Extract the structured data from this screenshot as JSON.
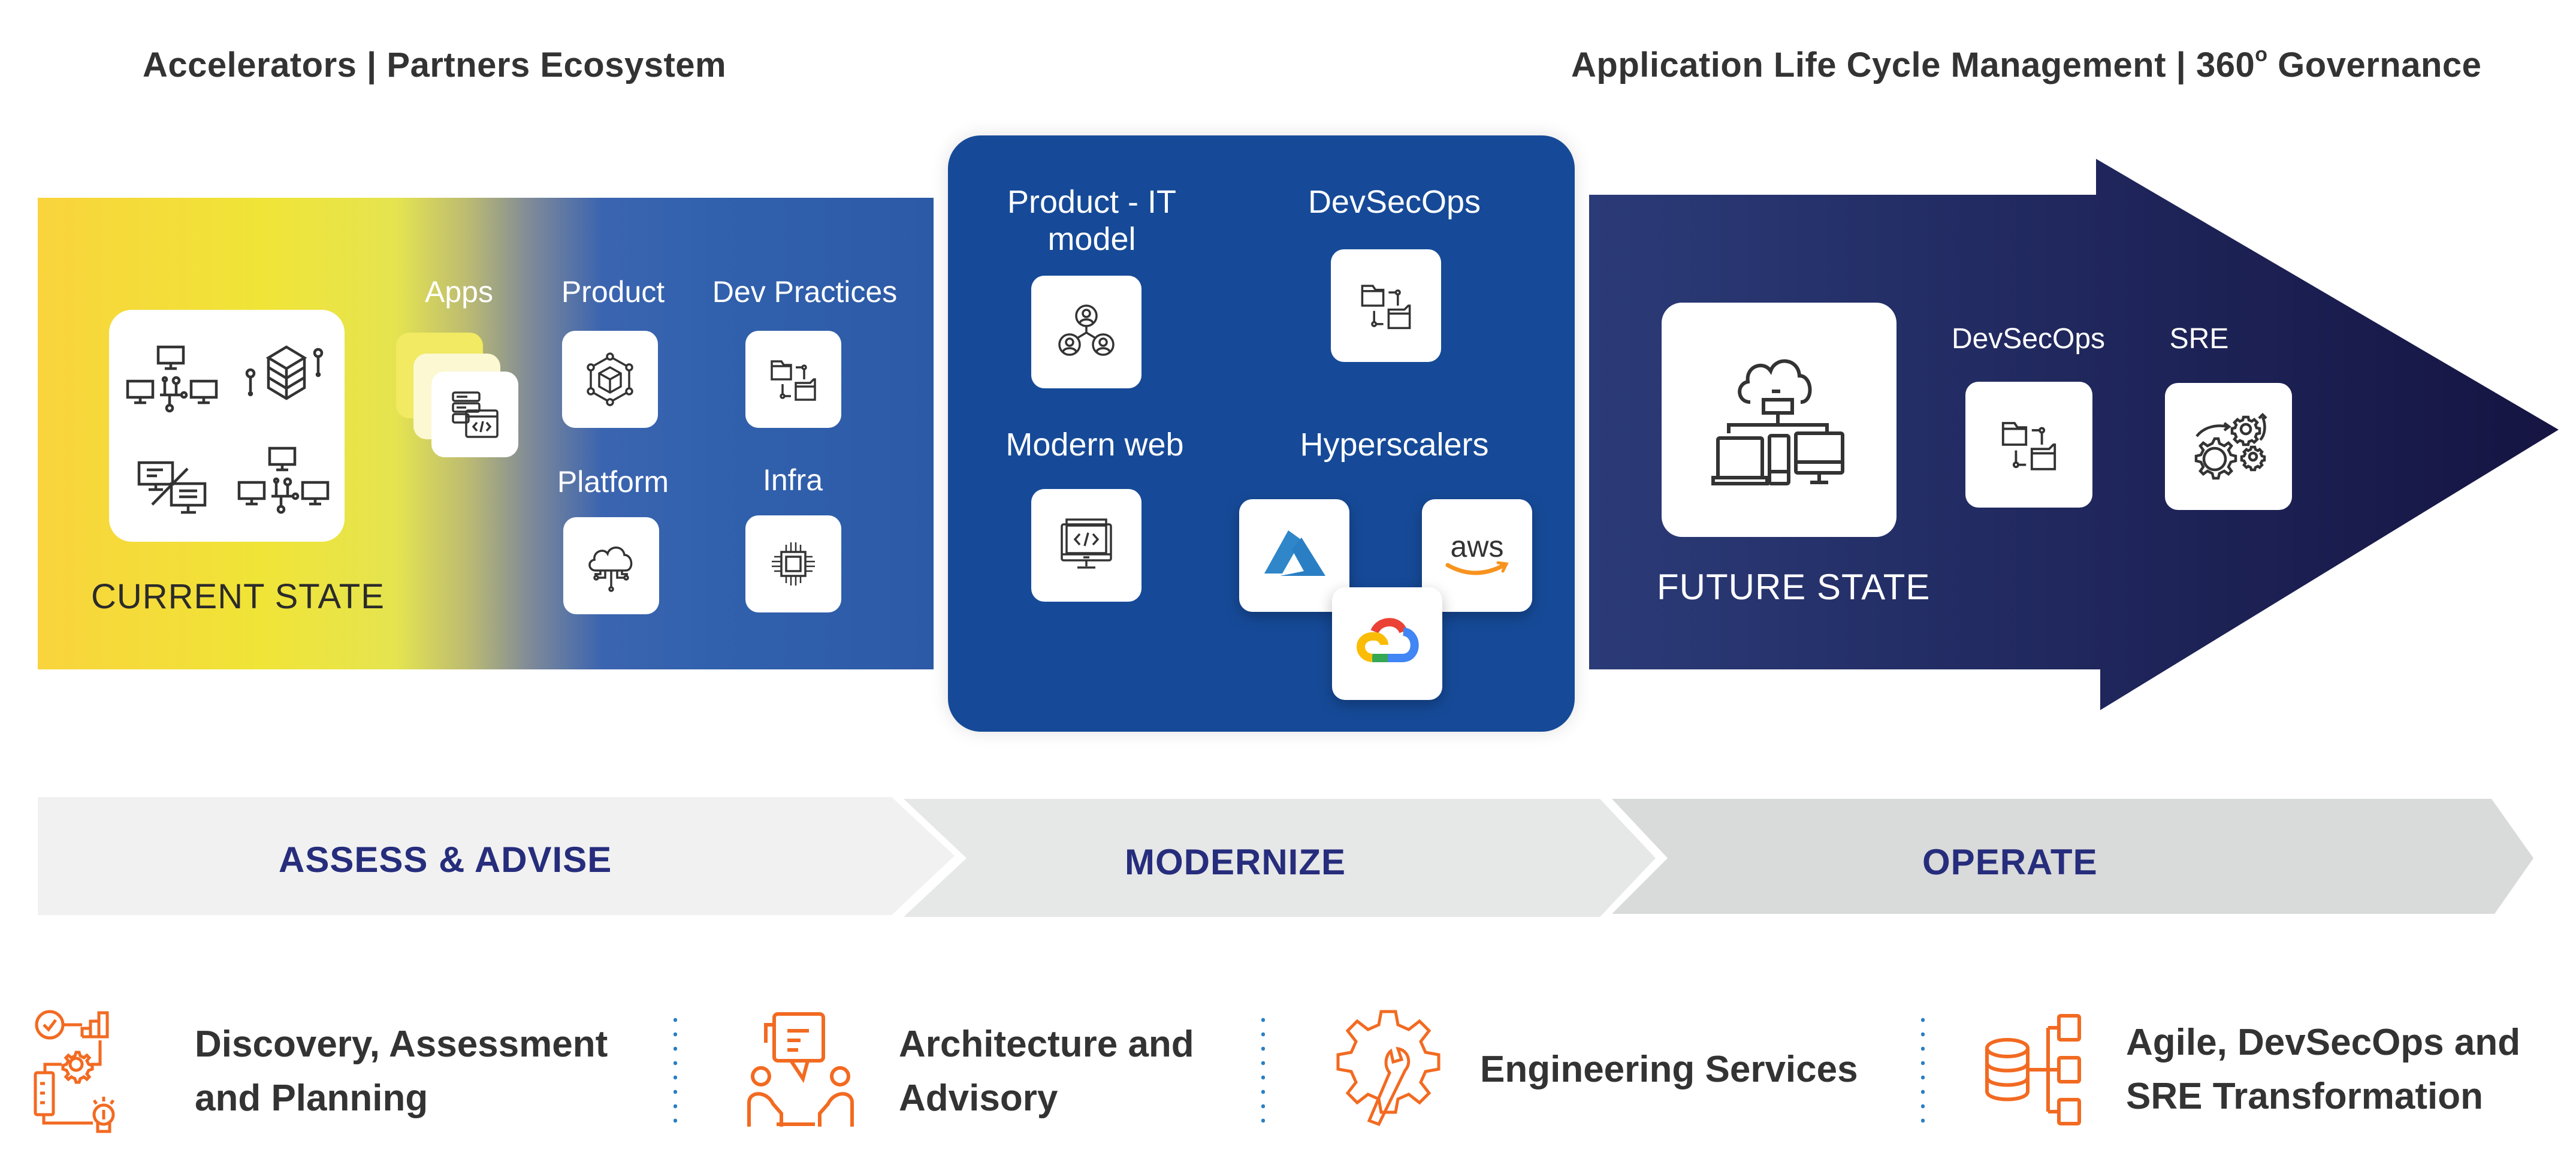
{
  "header": {
    "left_title": "Accelerators  |  Partners Ecosystem",
    "right_title_main": "Application Life Cycle Management  |  360",
    "right_title_degree": "o",
    "right_title_end": " Governance"
  },
  "current_state": {
    "label": "CURRENT STATE",
    "icons": [
      "network-monitors-icon",
      "stacked-layers-icon",
      "disconnected-monitors-icon",
      "network-monitors-icon"
    ],
    "columns": [
      {
        "label": "Apps",
        "icon": "server-code-window-icon"
      },
      {
        "label": "Product",
        "icon": "product-box-network-icon"
      },
      {
        "label": "Dev Practices",
        "icon": "folder-branch-icon"
      },
      {
        "label": "Platform",
        "icon": "cloud-network-icon"
      },
      {
        "label": "Infra",
        "icon": "chip-icon"
      }
    ]
  },
  "modernize_box": {
    "items": [
      {
        "label": "Product - IT model",
        "icon": "people-network-icon"
      },
      {
        "label": "DevSecOps",
        "icon": "folder-branch-icon"
      },
      {
        "label": "Modern web",
        "icon": "monitor-code-icon"
      },
      {
        "label": "Hyperscalers",
        "icon": "cloud-providers"
      }
    ],
    "hyperscalers": [
      {
        "name": "Azure",
        "icon": "azure-logo-icon"
      },
      {
        "name": "aws",
        "icon": "aws-logo-icon"
      },
      {
        "name": "Google Cloud",
        "icon": "google-cloud-logo-icon"
      }
    ]
  },
  "future_state": {
    "label": "FUTURE STATE",
    "items": [
      {
        "label": "DevSecOps",
        "icon": "folder-branch-icon"
      },
      {
        "label": "SRE",
        "icon": "gears-icon"
      }
    ]
  },
  "phases": [
    {
      "label": "ASSESS & ADVISE"
    },
    {
      "label": "MODERNIZE"
    },
    {
      "label": "OPERATE"
    }
  ],
  "services": [
    {
      "line1": "Discovery, Assessment",
      "line2": "and Planning",
      "icon": "discovery-process-icon"
    },
    {
      "line1": "Architecture and",
      "line2": "Advisory",
      "icon": "advisory-meeting-icon"
    },
    {
      "line1": "Engineering Services",
      "line2": "",
      "icon": "gear-wrench-icon"
    },
    {
      "line1": "Agile, DevSecOps and",
      "line2": "SRE Transformation",
      "icon": "database-hierarchy-icon"
    }
  ],
  "colors": {
    "header_text": "#333333",
    "mid_box": "#164a98",
    "arrow_start": "#2b3b78",
    "arrow_end": "#151442",
    "phase_text": "#262d7c",
    "orange": "#f26a21",
    "separator": "#2a7fc4",
    "phase_fills": [
      "#f1f1f1",
      "#e6e7e7",
      "#d9dada"
    ]
  }
}
